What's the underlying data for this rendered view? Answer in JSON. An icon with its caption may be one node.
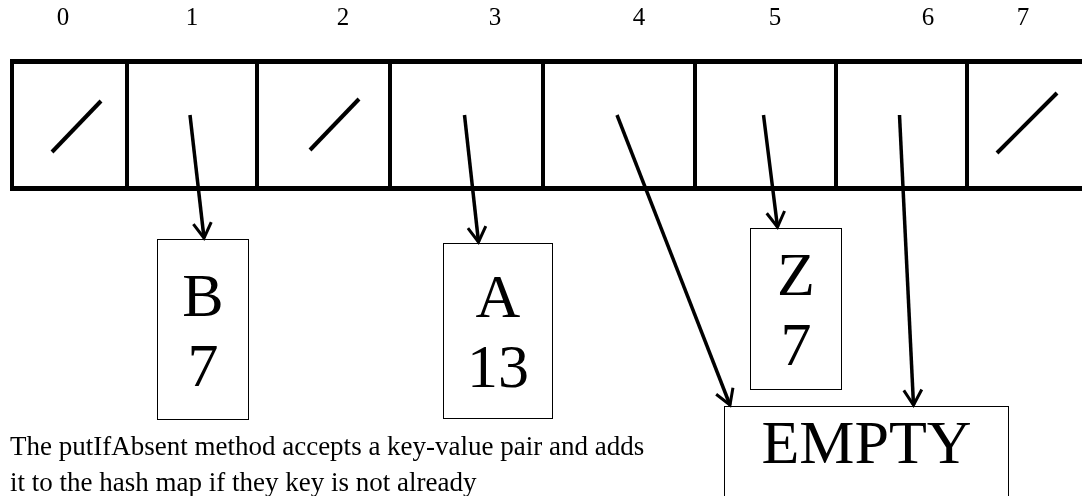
{
  "diagram": {
    "nodes": [
      {
        "text": [
          "0"
        ]
      },
      {
        "text": [
          "1"
        ]
      },
      {
        "text": [
          "2"
        ]
      },
      {
        "text": [
          "3"
        ]
      },
      {
        "text": [
          "4"
        ]
      },
      {
        "text": [
          "5"
        ]
      },
      {
        "text": [
          "6"
        ]
      },
      {
        "text": [
          "7"
        ]
      },
      {
        "text": [
          "B",
          "7"
        ]
      },
      {
        "text": [
          "A",
          "13"
        ]
      },
      {
        "text": [
          "Z",
          "7"
        ]
      },
      {
        "text": [
          "EMPTY"
        ]
      }
    ],
    "edges": [
      {
        "from": 1,
        "to": 8,
        "arrow": "to"
      },
      {
        "from": 3,
        "to": 9,
        "arrow": "to"
      },
      {
        "from": 4,
        "to": 11,
        "arrow": "to"
      },
      {
        "from": 5,
        "to": 10,
        "arrow": "to"
      },
      {
        "from": 6,
        "to": 11,
        "arrow": "to"
      }
    ],
    "labels": [
      "The putIfAbsent method accepts a key-value pair and adds it to the hash map if they key is not already"
    ]
  }
}
